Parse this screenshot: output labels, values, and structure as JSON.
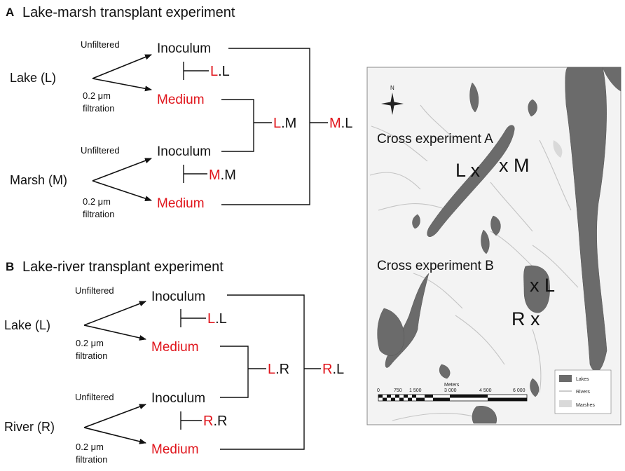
{
  "panelA": {
    "letter": "A",
    "title": "Lake-marsh transplant experiment",
    "source1": "Lake (L)",
    "source2": "Marsh (M)",
    "unfiltered": "Unfiltered",
    "filt1": "0.2 μm",
    "filt2": "filtration",
    "inoculum": "Inoculum",
    "medium": "Medium",
    "combo_ll": {
      "red": "L",
      "black": ".L"
    },
    "combo_lm": {
      "red": "L",
      "black": ".M"
    },
    "combo_mm": {
      "red": "M",
      "black": ".M"
    },
    "combo_ml": {
      "red": "M",
      "black": ".L"
    }
  },
  "panelB": {
    "letter": "B",
    "title": "Lake-river transplant experiment",
    "source1": "Lake (L)",
    "source2": "River (R)",
    "unfiltered": "Unfiltered",
    "filt1": "0.2 μm",
    "filt2": "filtration",
    "inoculum": "Inoculum",
    "medium": "Medium",
    "combo_ll": {
      "red": "L",
      "black": ".L"
    },
    "combo_lr": {
      "red": "L",
      "black": ".R"
    },
    "combo_rr": {
      "red": "R",
      "black": ".R"
    },
    "combo_rl": {
      "red": "R",
      "black": ".L"
    }
  },
  "map": {
    "crossA": "Cross experiment A",
    "crossB": "Cross experiment B",
    "siteA_L": "L x",
    "siteA_M": "x M",
    "siteB_L": "x L",
    "siteB_R": "R x",
    "north": "N",
    "scale_unit": "Meters",
    "scale_ticks": [
      "0",
      "750",
      "1 500",
      "3 000",
      "4 500",
      "6 000"
    ],
    "legend": {
      "lakes": "Lakes",
      "rivers": "Rivers",
      "marshes": "Marshes"
    },
    "colors": {
      "lake": "#6b6b6b",
      "river": "#c4c4c4",
      "marsh": "#d9d9d9",
      "highlight": "#e0141b"
    }
  }
}
